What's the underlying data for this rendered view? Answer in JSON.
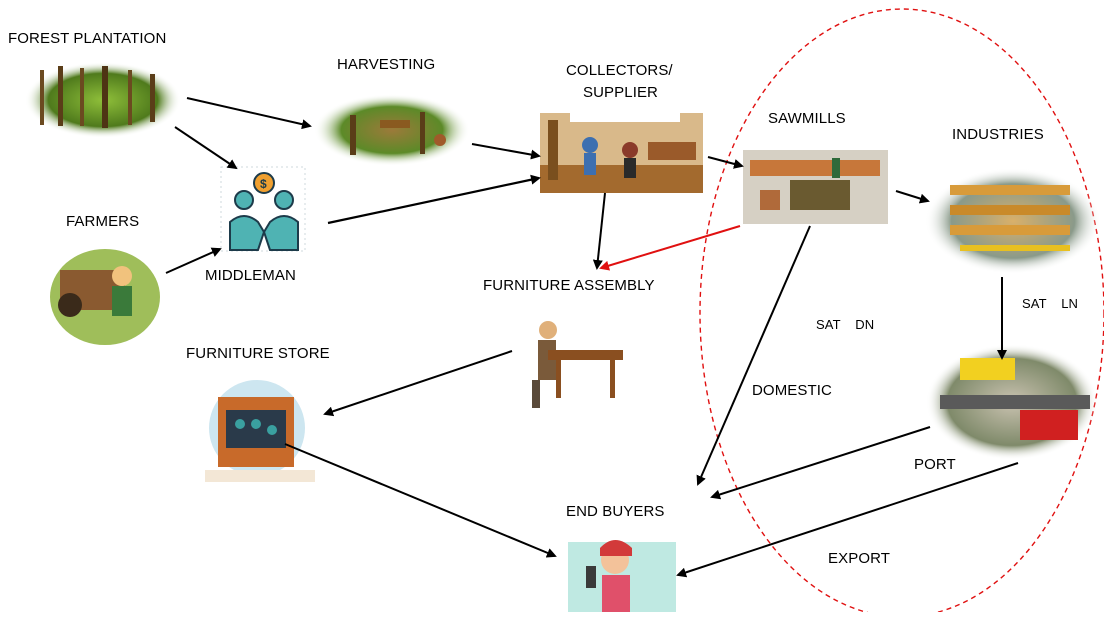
{
  "diagram": {
    "nodes": {
      "forest_plantation": {
        "label": "FOREST PLANTATION"
      },
      "harvesting": {
        "label": "HARVESTING"
      },
      "collectors_supplier": {
        "label_line1": "COLLECTORS/",
        "label_line2": "SUPPLIER"
      },
      "sawmills": {
        "label": "SAWMILLS"
      },
      "industries": {
        "label": "INDUSTRIES"
      },
      "farmers": {
        "label": "FARMERS"
      },
      "middleman": {
        "label": "MIDDLEMAN"
      },
      "furniture_assembly": {
        "label": "FURNITURE ASSEMBLY"
      },
      "furniture_store": {
        "label": "FURNITURE STORE"
      },
      "port": {
        "label": "PORT"
      },
      "end_buyers": {
        "label": "END BUYERS"
      }
    },
    "edge_labels": {
      "sat_dn": "SAT    DN",
      "sat_ln": "SAT    LN",
      "domestic": "DOMESTIC",
      "export": "EXPORT"
    },
    "colors": {
      "arrow": "#000000",
      "highlight_arrow": "#e01010",
      "region_outline": "#e01010"
    },
    "icons": [
      "forest-icon",
      "harvesting-icon",
      "collectors-icon",
      "sawmill-icon",
      "industry-icon",
      "farmer-icon",
      "handshake-icon",
      "carpenter-icon",
      "store-icon",
      "port-truck-icon",
      "buyer-icon"
    ]
  }
}
